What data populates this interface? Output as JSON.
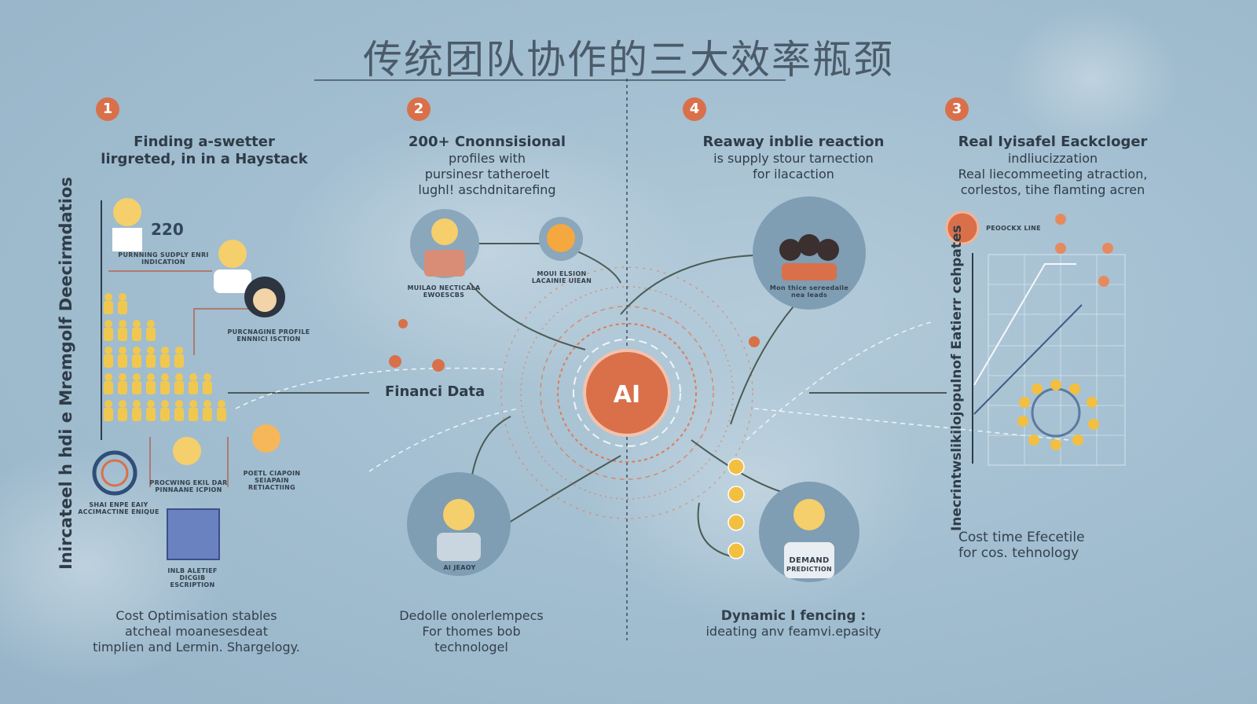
{
  "title": "传统团队协作的三大效率瓶颈",
  "colors": {
    "background": "#a3bfd1",
    "accent": "#d9704a",
    "line": "#3e4f5c",
    "people": "#f2c94c"
  },
  "sections": [
    {
      "badge": "1",
      "heading": "Finding a-swetter",
      "lines": [
        "lirgreted, in in a Haystack"
      ],
      "footer": [
        "Cost Optimisation stables",
        "atcheal moanesesdeat",
        "timplien and Lermin. Shargelogy."
      ]
    },
    {
      "badge": "2",
      "heading": "200+ Cnonnsisional",
      "lines": [
        "profiles with",
        "pursinesr tatheroelt",
        "lughl! aschdnitarefing"
      ],
      "footer": [
        "Dedolle onolerlempecs",
        "For thomes bob",
        "technologel"
      ]
    },
    {
      "badge": "4",
      "heading": "Reaway inblie reaction",
      "lines": [
        "is supply stour tarnection",
        "for ilacaction"
      ],
      "footer_heading": "Dynamic I fencing :",
      "footer": [
        "ideating anv feamvi.epasity"
      ]
    },
    {
      "badge": "3",
      "heading": "Real Iyisafel Eackcloger",
      "lines": [
        "indliucizzation",
        "Real liecommeeting atraction,",
        "corlestos, tihe flamting acren"
      ],
      "footer": [
        "Cost time Efecetile",
        "for cos. tehnology"
      ]
    }
  ],
  "left_panel": {
    "vertical_label": "Inircateel h hdi e Mremgolf Deecirmdatios",
    "count": "220",
    "labels": [
      "PURNNING SUDPLY ENRI INDICATION",
      "PURCNAGINE PROFILE ENNNICI ISCTION",
      "PROCWING EKIL DAR PINNAANE ICPION",
      "POETL CIAPOIN SEIAPAIN RETIACTIING",
      "SHAI ENPE EAIY ACCIMACTINE ENIQUE",
      "INLB ALETIEF DICGIB ESCRIPTION"
    ]
  },
  "middle": {
    "center_label": "Financi Data",
    "avatar_labels": [
      "MUILAO NECTICALA EWOESCBS",
      "MOUI ELSION LACAINIE UIEAN",
      "AI JEAOY"
    ]
  },
  "right_middle": {
    "group_label": "Mon thice sereedaile nea leads",
    "demand_label": "DEMAND",
    "prediction_label": "PREDICTION"
  },
  "right_panel": {
    "vertical_label": "Inecrintwslikilojopulnof Eatierr cehpates",
    "chart_label": "PEOOCKX LINE"
  }
}
